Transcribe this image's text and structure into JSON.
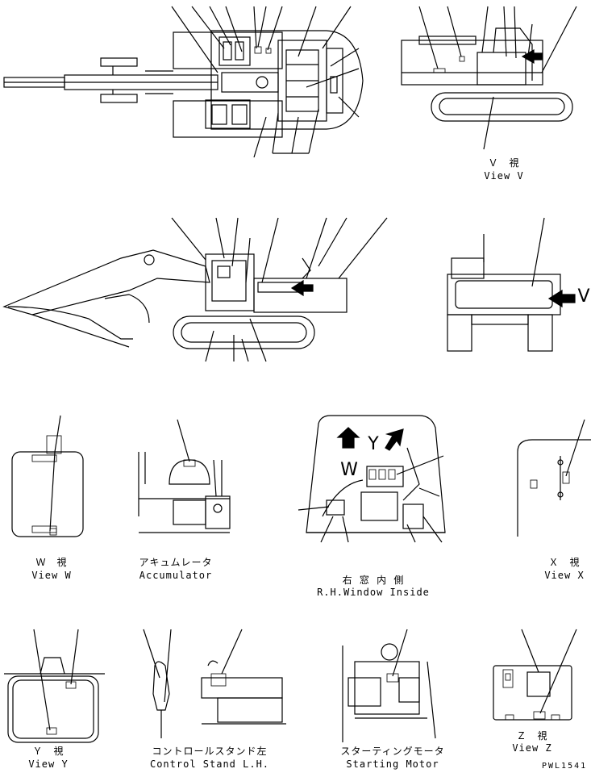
{
  "views": {
    "view_v": {
      "jp": "Ｖ　視",
      "en": "View V"
    },
    "view_w": {
      "jp": "Ｗ　視",
      "en": "View W"
    },
    "accumulator": {
      "jp": "アキュムレータ",
      "en": "Accumulator"
    },
    "rh_window": {
      "jp": "右 窓 内 側",
      "en": "R.H.Window Inside"
    },
    "view_x": {
      "jp": "Ｘ　視",
      "en": "View X"
    },
    "view_y": {
      "jp": "Ｙ　視",
      "en": "View Y"
    },
    "control_stand": {
      "jp": "コントロールスタンド左",
      "en": "Control Stand L.H."
    },
    "starting_motor": {
      "jp": "スターティングモータ",
      "en": "Starting Motor"
    },
    "view_z": {
      "jp": "Ｚ　視",
      "en": "View Z"
    }
  },
  "markers": {
    "v": "V",
    "w": "W",
    "y": "Y"
  },
  "drawing_code": "PWL1541"
}
